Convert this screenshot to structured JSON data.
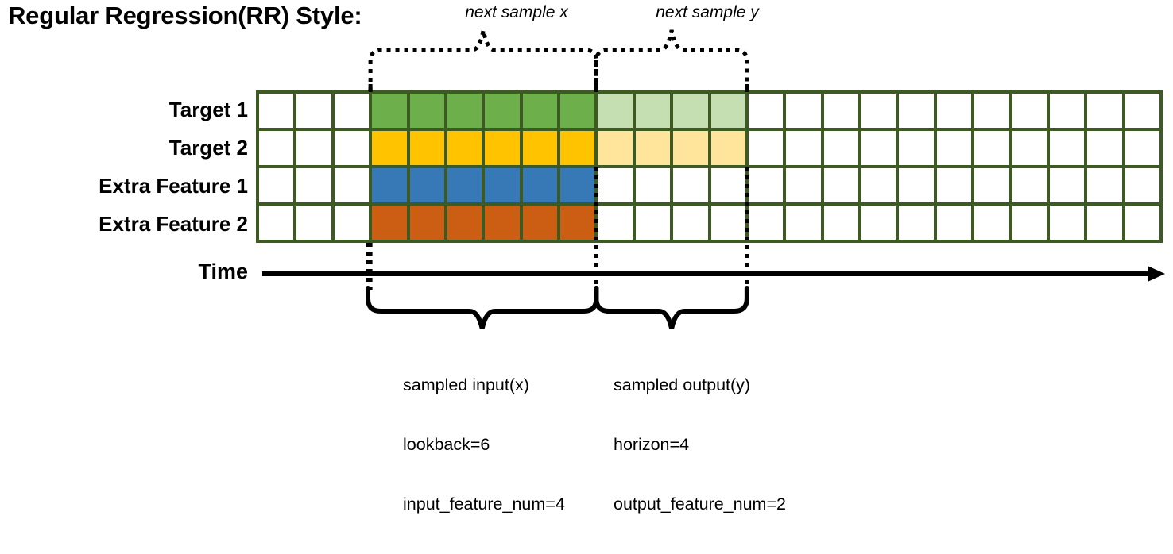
{
  "title": "Regular Regression(RR) Style:",
  "axis": {
    "time_label": "Time"
  },
  "rows": [
    {
      "name": "Target 1",
      "label": "Target 1"
    },
    {
      "name": "Target 2",
      "label": "Target 2"
    },
    {
      "name": "Extra Feature 1",
      "label": "Extra Feature 1"
    },
    {
      "name": "Extra Feature 2",
      "label": "Extra Feature 2"
    }
  ],
  "grid": {
    "total_columns": 24,
    "total_rows": 4,
    "lead_blank_columns": 3,
    "input_start_column": 4,
    "input_end_column": 9,
    "output_start_column": 10,
    "output_end_column": 13,
    "trail_blank_columns": 11
  },
  "colors": {
    "border": "#3C5A22",
    "empty": "#ffffff",
    "target1": "#6CAF4B",
    "target2": "#FFC300",
    "feature1": "#3778B7",
    "feature2": "#CC5E14",
    "target1_faded": "#C5DFB3",
    "target2_faded": "#FFE49B",
    "line": "#000000"
  },
  "annotations": {
    "top_brace_x": "next sample x",
    "top_brace_y": "next sample y"
  },
  "captions": {
    "input": {
      "line1": "sampled input(x)",
      "line2": "lookback=6",
      "line3": "input_feature_num=4"
    },
    "output": {
      "line1": "sampled output(y)",
      "line2": "horizon=4",
      "line3": "output_feature_num=2"
    }
  },
  "chart_data": {
    "type": "heatmap",
    "title": "Regular Regression(RR) Style:",
    "xlabel": "Time",
    "ylabel": "",
    "categories": [
      "Target 1",
      "Target 2",
      "Extra Feature 1",
      "Extra Feature 2"
    ],
    "x": [
      1,
      2,
      3,
      4,
      5,
      6,
      7,
      8,
      9,
      10,
      11,
      12,
      13,
      14,
      15,
      16,
      17,
      18,
      19,
      20,
      21,
      22,
      23,
      24
    ],
    "grid_on": true,
    "legend_position": "none",
    "series": [
      {
        "name": "Target 1",
        "values": [
          "empty",
          "empty",
          "empty",
          "input",
          "input",
          "input",
          "input",
          "input",
          "input",
          "output",
          "output",
          "output",
          "output",
          "empty",
          "empty",
          "empty",
          "empty",
          "empty",
          "empty",
          "empty",
          "empty",
          "empty",
          "empty",
          "empty"
        ]
      },
      {
        "name": "Target 2",
        "values": [
          "empty",
          "empty",
          "empty",
          "input",
          "input",
          "input",
          "input",
          "input",
          "input",
          "output",
          "output",
          "output",
          "output",
          "empty",
          "empty",
          "empty",
          "empty",
          "empty",
          "empty",
          "empty",
          "empty",
          "empty",
          "empty",
          "empty"
        ]
      },
      {
        "name": "Extra Feature 1",
        "values": [
          "empty",
          "empty",
          "empty",
          "input",
          "input",
          "input",
          "input",
          "input",
          "input",
          "empty",
          "empty",
          "empty",
          "empty",
          "empty",
          "empty",
          "empty",
          "empty",
          "empty",
          "empty",
          "empty",
          "empty",
          "empty",
          "empty",
          "empty"
        ]
      },
      {
        "name": "Extra Feature 2",
        "values": [
          "empty",
          "empty",
          "empty",
          "input",
          "input",
          "input",
          "input",
          "input",
          "input",
          "empty",
          "empty",
          "empty",
          "empty",
          "empty",
          "empty",
          "empty",
          "empty",
          "empty",
          "empty",
          "empty",
          "empty",
          "empty",
          "empty",
          "empty"
        ]
      }
    ],
    "annotations": [
      {
        "text": "next sample x",
        "span_columns": [
          4,
          9
        ]
      },
      {
        "text": "next sample y",
        "span_columns": [
          10,
          13
        ]
      },
      {
        "text": "sampled input(x) lookback=6 input_feature_num=4",
        "span_columns": [
          4,
          9
        ]
      },
      {
        "text": "sampled output(y) horizon=4 output_feature_num=2",
        "span_columns": [
          10,
          13
        ]
      }
    ]
  }
}
